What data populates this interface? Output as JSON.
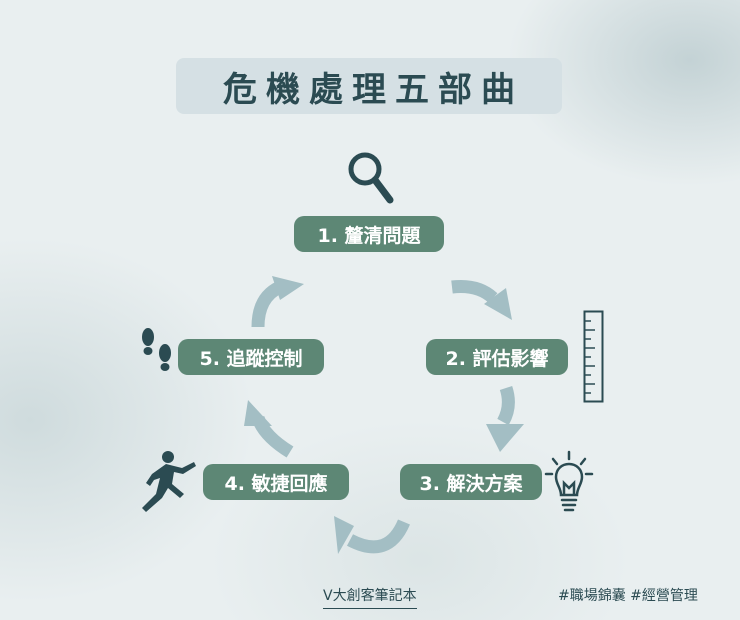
{
  "title": "危機處理五部曲",
  "steps": [
    {
      "label": "1. 釐清問題",
      "icon": "magnifier-icon"
    },
    {
      "label": "2. 評估影響",
      "icon": "ruler-icon"
    },
    {
      "label": "3. 解決方案",
      "icon": "lightbulb-icon"
    },
    {
      "label": "4. 敏捷回應",
      "icon": "runner-icon"
    },
    {
      "label": "5. 追蹤控制",
      "icon": "footprints-icon"
    }
  ],
  "footer": {
    "left": "V大創客筆記本",
    "right": "#職場錦囊 #經營管理"
  },
  "colors": {
    "title_bg": "#d5e0e4",
    "title_text": "#2b4b52",
    "pill": "#5d8775",
    "arrow": "#a3bec4",
    "icon": "#2b4b52"
  }
}
